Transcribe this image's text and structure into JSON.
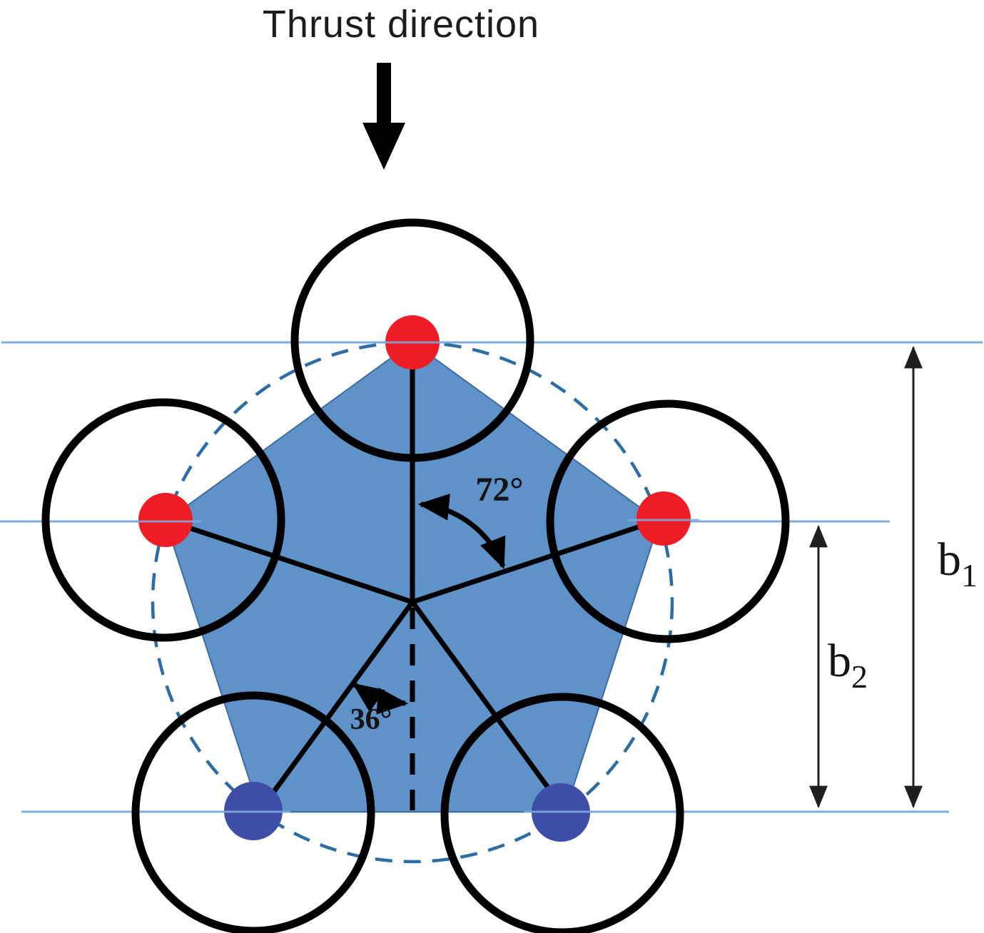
{
  "title": {
    "text": "Thrust direction"
  },
  "annotations": {
    "rotor_spacing_angle": "72°",
    "half_sector_angle": "36°"
  },
  "dimensions": {
    "b1": {
      "base": "b",
      "sub": "1"
    },
    "b2": {
      "base": "b",
      "sub": "2"
    }
  },
  "colors": {
    "pentagon_fill": "#5e92c8",
    "pentagon_edge": "#3f6d9e",
    "dashed_circle": "#2e6da4",
    "guide_line": "#7cabdd",
    "rotor_cw": "#ee1c25",
    "rotor_ccw": "#3e4da6",
    "ink": "#000000"
  }
}
